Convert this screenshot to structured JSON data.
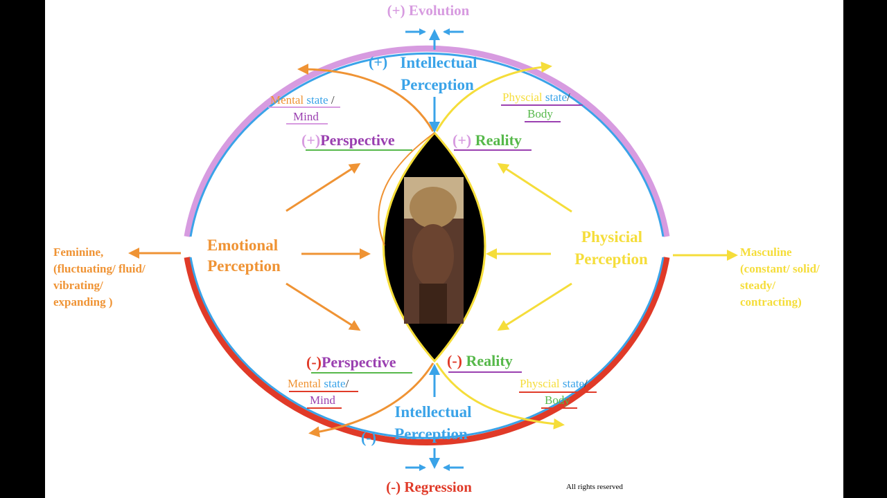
{
  "colors": {
    "purple": "#d79be0",
    "blue": "#3aa3e8",
    "red": "#e03a28",
    "orange": "#ef9334",
    "yellow": "#f5dd3a",
    "green": "#56b84a",
    "violet": "#9a3fb0"
  },
  "top": {
    "plus": "(+)",
    "word": "Evolution"
  },
  "bottom": {
    "minus": "(-)",
    "word": "Regression"
  },
  "intellectual_top": {
    "sign": "(+)",
    "line1": "Intellectual",
    "line2": "Perception"
  },
  "intellectual_bottom": {
    "sign": "(-)",
    "line1": "Intellectual",
    "line2": "Perception"
  },
  "mental_top": {
    "word1": "Mental",
    "word2": "state",
    "slash": "/",
    "line2": "Mind"
  },
  "mental_bottom": {
    "word1": "Mental",
    "word2": "state",
    "slash": "/",
    "line2": "Mind"
  },
  "physical_top": {
    "word1": "Physcial",
    "word2": "state",
    "slash": "/",
    "line2": "Body"
  },
  "physical_bottom": {
    "word1": "Physcial",
    "word2": "state",
    "slash": "/",
    "line2": "Body"
  },
  "perspective_top": {
    "sign": "(+)",
    "word": "Perspective"
  },
  "perspective_bottom": {
    "sign": "(-)",
    "word": "Perspective"
  },
  "reality_top": {
    "sign": "(+)",
    "word": "Reality"
  },
  "reality_bottom": {
    "sign": "(-)",
    "word": "Reality"
  },
  "emotional": {
    "line1": "Emotional",
    "line2": "Perception"
  },
  "physical": {
    "line1": "Physicial",
    "line2": "Perception"
  },
  "feminine": [
    "Feminine,",
    "(fluctuating/ fluid/",
    "vibrating/",
    "expanding )"
  ],
  "masculine": [
    "Masculine",
    "(constant/ solid/",
    "steady/",
    "contracting)"
  ],
  "footer": "All rights reserved"
}
